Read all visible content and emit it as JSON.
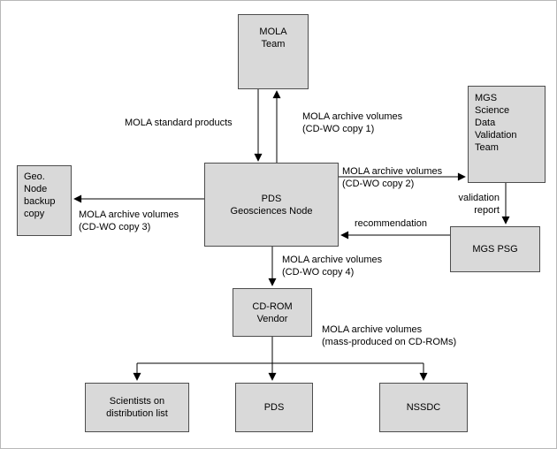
{
  "diagram": {
    "nodes": {
      "mola_team": "MOLA\nTeam",
      "mgs_validation_team": "MGS\nScience\nData\nValidation\nTeam",
      "geo_node_backup": "Geo.\nNode\nbackup\ncopy",
      "pds_geosciences_node": "PDS\nGeosciences Node",
      "mgs_psg": "MGS PSG",
      "cdrom_vendor": "CD-ROM\nVendor",
      "scientists": "Scientists on\ndistribution list",
      "pds": "PDS",
      "nssdc": "NSSDC"
    },
    "edge_labels": {
      "standard_products": "MOLA standard products",
      "copy1": "MOLA archive volumes\n(CD-WO copy 1)",
      "copy2": "MOLA archive volumes\n(CD-WO copy 2)",
      "validation_report": "validation\nreport",
      "recommendation": "recommendation",
      "copy3": "MOLA archive volumes\n(CD-WO copy 3)",
      "copy4": "MOLA archive volumes\n(CD-WO copy 4)",
      "mass_produced": "MOLA archive volumes\n(mass-produced on CD-ROMs)"
    }
  }
}
